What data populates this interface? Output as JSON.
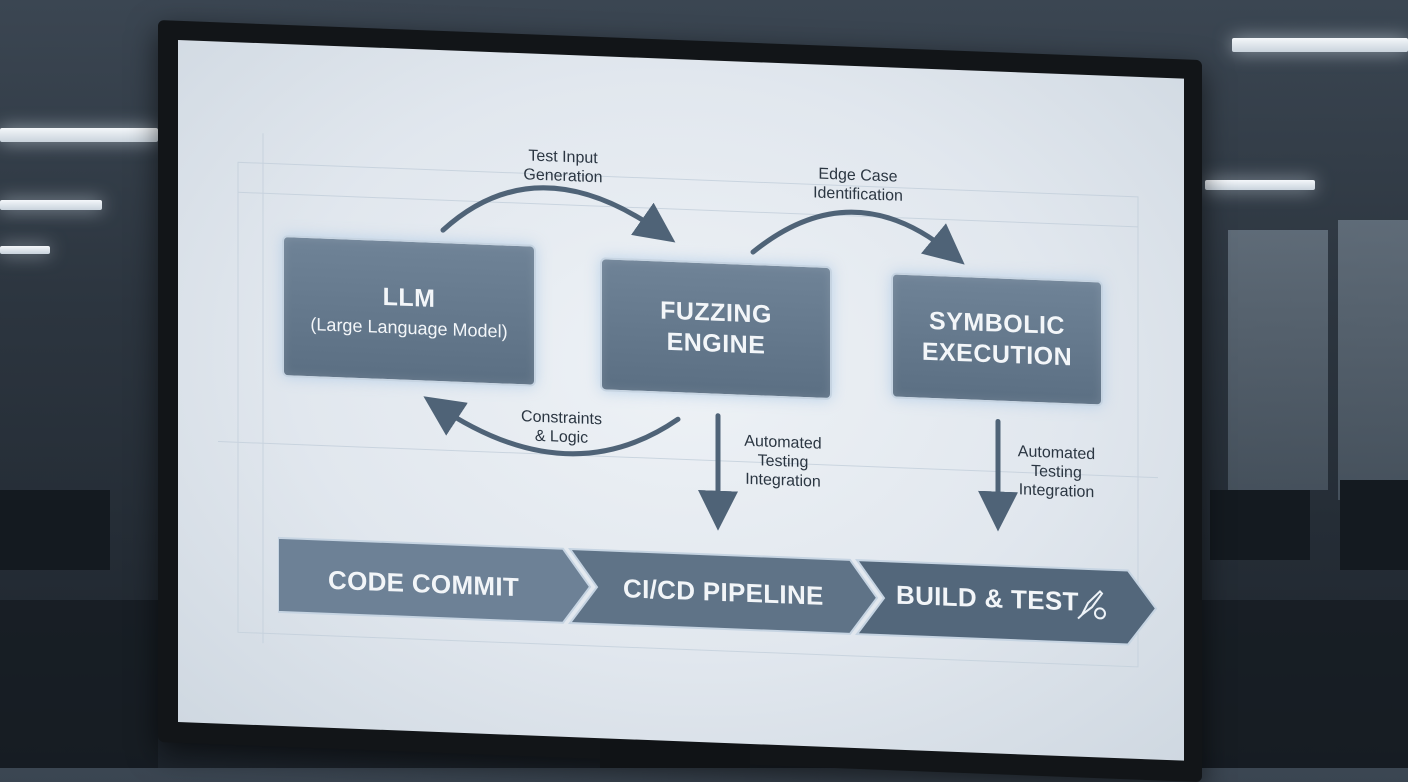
{
  "diagram": {
    "nodes": {
      "llm": {
        "title": "LLM",
        "subtitle": "(Large Language Model)"
      },
      "fuzzing": {
        "title_line1": "FUZZING",
        "title_line2": "ENGINE"
      },
      "symbolic": {
        "title_line1": "SYMBOLIC",
        "title_line2": "EXECUTION"
      }
    },
    "edges": {
      "llm_to_fuzzing": {
        "line1": "Test Input",
        "line2": "Generation"
      },
      "fuzzing_to_symbolic": {
        "line1": "Edge Case",
        "line2": "Identification"
      },
      "fuzzing_to_llm": {
        "line1": "Constraints",
        "line2": "& Logic"
      },
      "fuzzing_to_pipeline": {
        "line1": "Automated",
        "line2": "Testing",
        "line3": "Integration"
      },
      "symbolic_to_pipeline": {
        "line1": "Automated",
        "line2": "Testing",
        "line3": "Integration"
      }
    },
    "pipeline": {
      "stages": [
        "CODE COMMIT",
        "CI/CD PIPELINE",
        "BUILD & TEST"
      ],
      "final_icon": "rocket-gear-icon"
    }
  },
  "colors": {
    "box_fill": "#64788c",
    "box_border": "#c6d4e2",
    "arrow": "#4f6377",
    "pipeline_fill": "#5f7387",
    "screen_bg": "#e6ebf1"
  }
}
